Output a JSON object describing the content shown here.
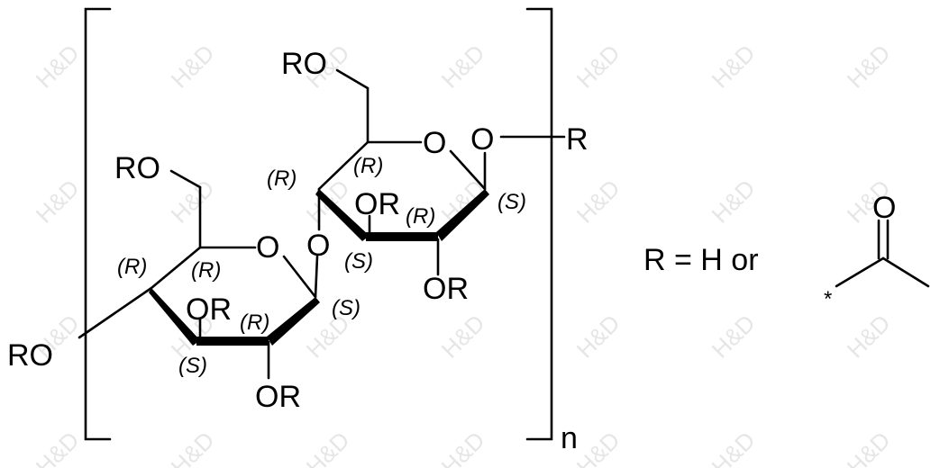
{
  "structure": {
    "labels": {
      "ro_top": "RO",
      "ro_left_top": "RO",
      "ro_left": "RO",
      "or_1": "OR",
      "or_2": "OR",
      "or_3": "OR",
      "or_4": "OR",
      "ring_o_1": "O",
      "ring_o_2": "O",
      "link_o": "O",
      "glyco_o": "O",
      "r_end": "R",
      "repeat_n": "n"
    },
    "stereo": {
      "s1": "(R)",
      "s2": "(R)",
      "s3": "(R)",
      "s4": "(S)",
      "s5": "(S)",
      "s6": "(R)",
      "s7": "(R)",
      "s8": "(R)",
      "s9": "(S)",
      "s10": "(S)"
    }
  },
  "definition": {
    "text": "R = H  or",
    "carbonyl_o": "O",
    "attach_mark": "*"
  },
  "watermark": "H&D"
}
